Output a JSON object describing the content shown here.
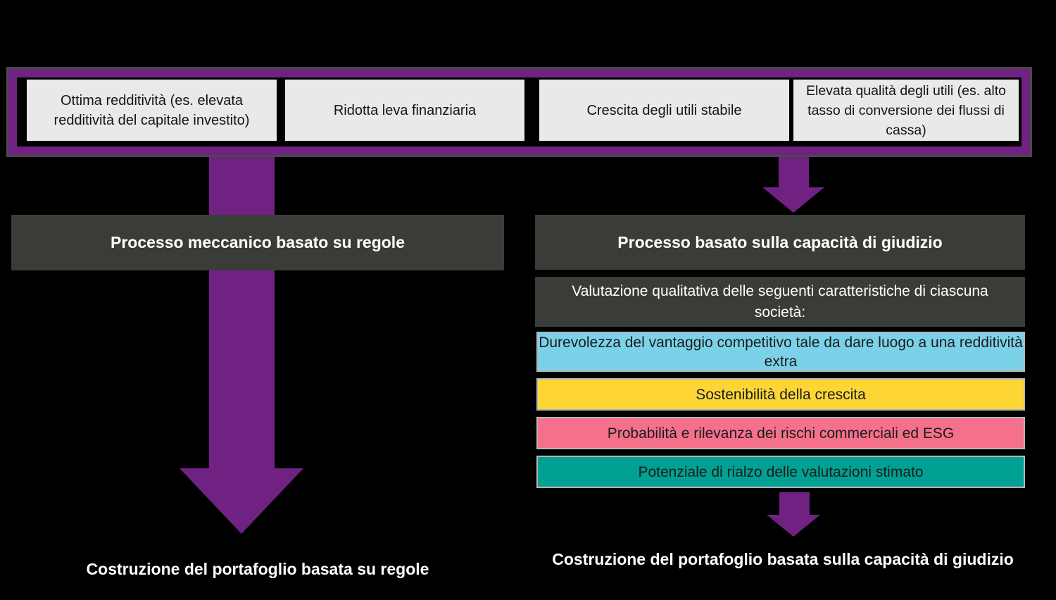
{
  "colors": {
    "background": "#000000",
    "purple_accent": "#702283",
    "dark_box": "#3a3c38",
    "light_box": "#e9e9e9",
    "bar_border": "#b5b5b5",
    "criteria_cyan": "#7bd2e8",
    "criteria_yellow": "#fdd636",
    "criteria_pink": "#f5708a",
    "criteria_teal": "#00a092"
  },
  "top_criteria": {
    "box1": "Ottima redditività (es. elevata redditività del capitale investito)",
    "box2": "Ridotta leva finanziaria",
    "box3": "Crescita degli utili stabile",
    "box4": "Elevata qualità degli utili (es. alto tasso di conversione dei flussi di cassa)"
  },
  "left_flow": {
    "process_label": "Processo meccanico basato su regole",
    "result_label": "Costruzione del portafoglio basata su regole"
  },
  "right_flow": {
    "process_label": "Processo basato sulla capacità di giudizio",
    "evaluation_label": "Valutazione qualitativa delle seguenti caratteristiche di ciascuna società:",
    "criteria": [
      {
        "label": "Durevolezza del vantaggio competitivo tale da dare luogo a una redditività extra",
        "color": "#7bd2e8"
      },
      {
        "label": "Sostenibilità della crescita",
        "color": "#fdd636"
      },
      {
        "label": "Probabilità e rilevanza dei rischi commerciali ed ESG",
        "color": "#f5708a"
      },
      {
        "label": "Potenziale di rialzo delle valutazioni stimato",
        "color": "#00a092"
      }
    ],
    "result_label": "Costruzione del portafoglio basata sulla capacità di giudizio"
  }
}
